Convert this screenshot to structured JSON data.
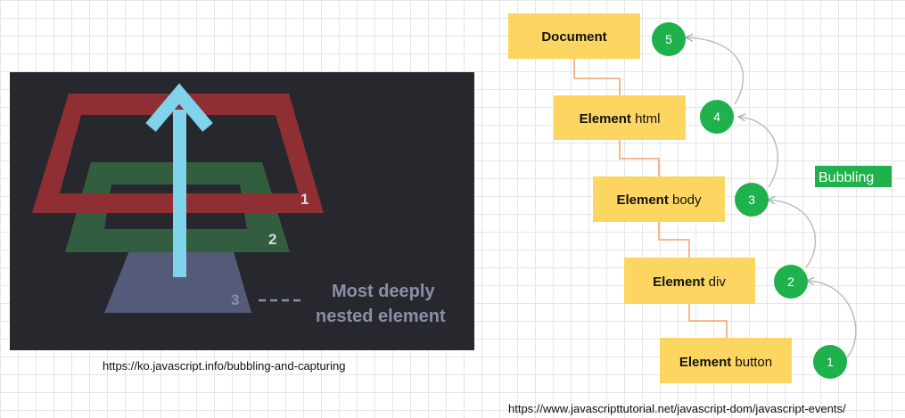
{
  "left_figure": {
    "layer_labels": [
      "1",
      "2",
      "3"
    ],
    "annotation_line1": "Most deeply",
    "annotation_line2": "nested element",
    "caption": "https://ko.javascript.info/bubbling-and-capturing"
  },
  "right_figure": {
    "nodes": [
      {
        "bold": "Document",
        "rest": ""
      },
      {
        "bold": "Element",
        "rest": " html"
      },
      {
        "bold": "Element",
        "rest": " body"
      },
      {
        "bold": "Element",
        "rest": " div"
      },
      {
        "bold": "Element",
        "rest": " button"
      }
    ],
    "steps": [
      "5",
      "4",
      "3",
      "2",
      "1"
    ],
    "tag": "Bubbling",
    "caption": "https://www.javascripttutorial.net/javascript-dom/javascript-events/"
  },
  "colors": {
    "red_layer": "#8f2f34",
    "green_layer": "#325d3f",
    "purple_layer": "#555a78",
    "arrow": "#7fd3ea",
    "node_fill": "#fdd662",
    "connector": "#f2a26b",
    "circle": "#1fb14b",
    "tag_bg": "#1fb14b"
  }
}
